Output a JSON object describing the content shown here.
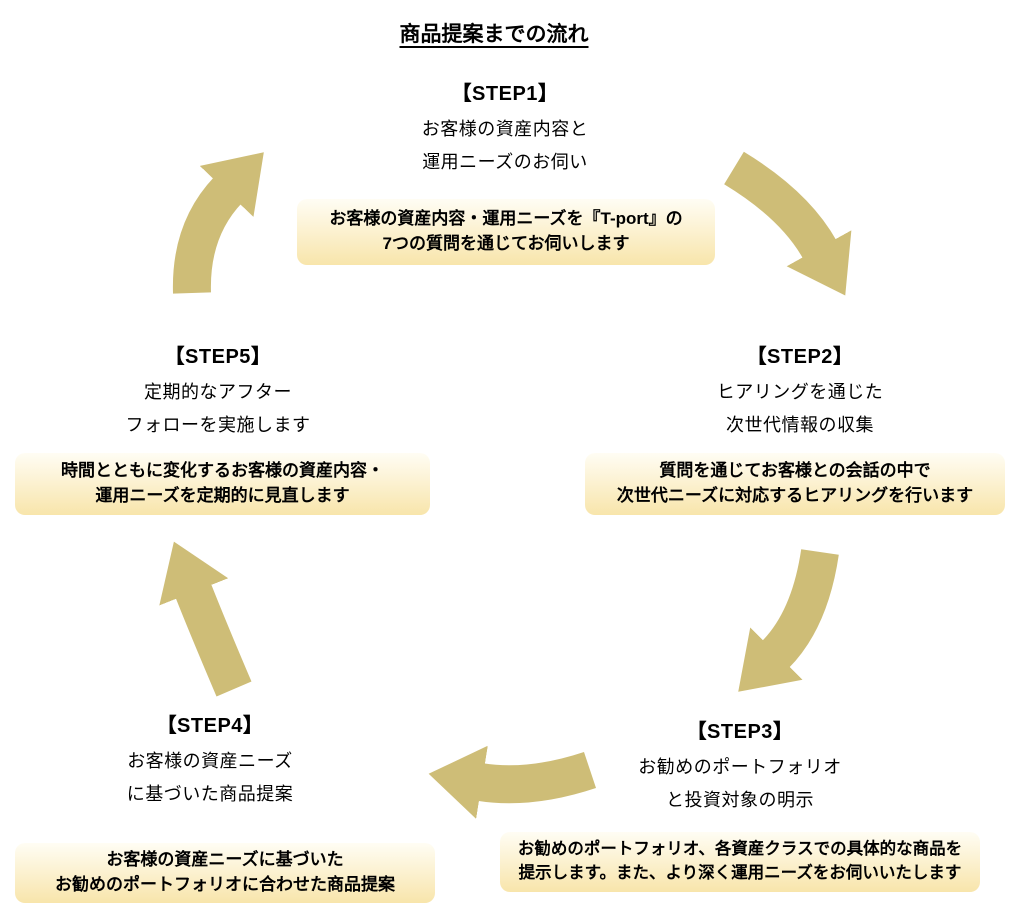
{
  "title": "商品提案までの流れ",
  "colors": {
    "arrow": "#CEBD77",
    "note_box_top": "#FFFDF4",
    "note_box_bottom": "#F8E5AB",
    "text": "#000000",
    "background": "#FFFFFF"
  },
  "steps": [
    {
      "name": "step1",
      "heading": "【STEP1】",
      "lines": [
        "お客様の資産内容と",
        "運用ニーズのお伺い"
      ],
      "note": [
        "お客様の資産内容・運用ニーズを『T-port』の",
        "7つの質問を通じてお伺いします"
      ]
    },
    {
      "name": "step2",
      "heading": "【STEP2】",
      "lines": [
        "ヒアリングを通じた",
        "次世代情報の収集"
      ],
      "note": [
        "質問を通じてお客様との会話の中で",
        "次世代ニーズに対応するヒアリングを行います"
      ]
    },
    {
      "name": "step3",
      "heading": "【STEP3】",
      "lines": [
        "お勧めのポートフォリオ",
        "と投資対象の明示"
      ],
      "note": [
        "お勧めのポートフォリオ、各資産クラスでの具体的な商品を",
        "提示します。また、より深く運用ニーズをお伺いいたします"
      ]
    },
    {
      "name": "step4",
      "heading": "【STEP4】",
      "lines": [
        "お客様の資産ニーズ",
        "に基づいた商品提案"
      ],
      "note": [
        "お客様の資産ニーズに基づいた",
        "お勧めのポートフォリオに合わせた商品提案"
      ]
    },
    {
      "name": "step5",
      "heading": "【STEP5】",
      "lines": [
        "定期的なアフター",
        "フォローを実施します"
      ],
      "note": [
        "時間とともに変化するお客様の資産内容・",
        "運用ニーズを定期的に見直します"
      ]
    }
  ],
  "arrows": [
    {
      "name": "arrow-step1-to-step2",
      "from": "STEP1",
      "to": "STEP2"
    },
    {
      "name": "arrow-step2-to-step3",
      "from": "STEP2",
      "to": "STEP3"
    },
    {
      "name": "arrow-step3-to-step4",
      "from": "STEP3",
      "to": "STEP4"
    },
    {
      "name": "arrow-step4-to-step5",
      "from": "STEP4",
      "to": "STEP5"
    },
    {
      "name": "arrow-step5-to-step1",
      "from": "STEP5",
      "to": "STEP1"
    }
  ]
}
